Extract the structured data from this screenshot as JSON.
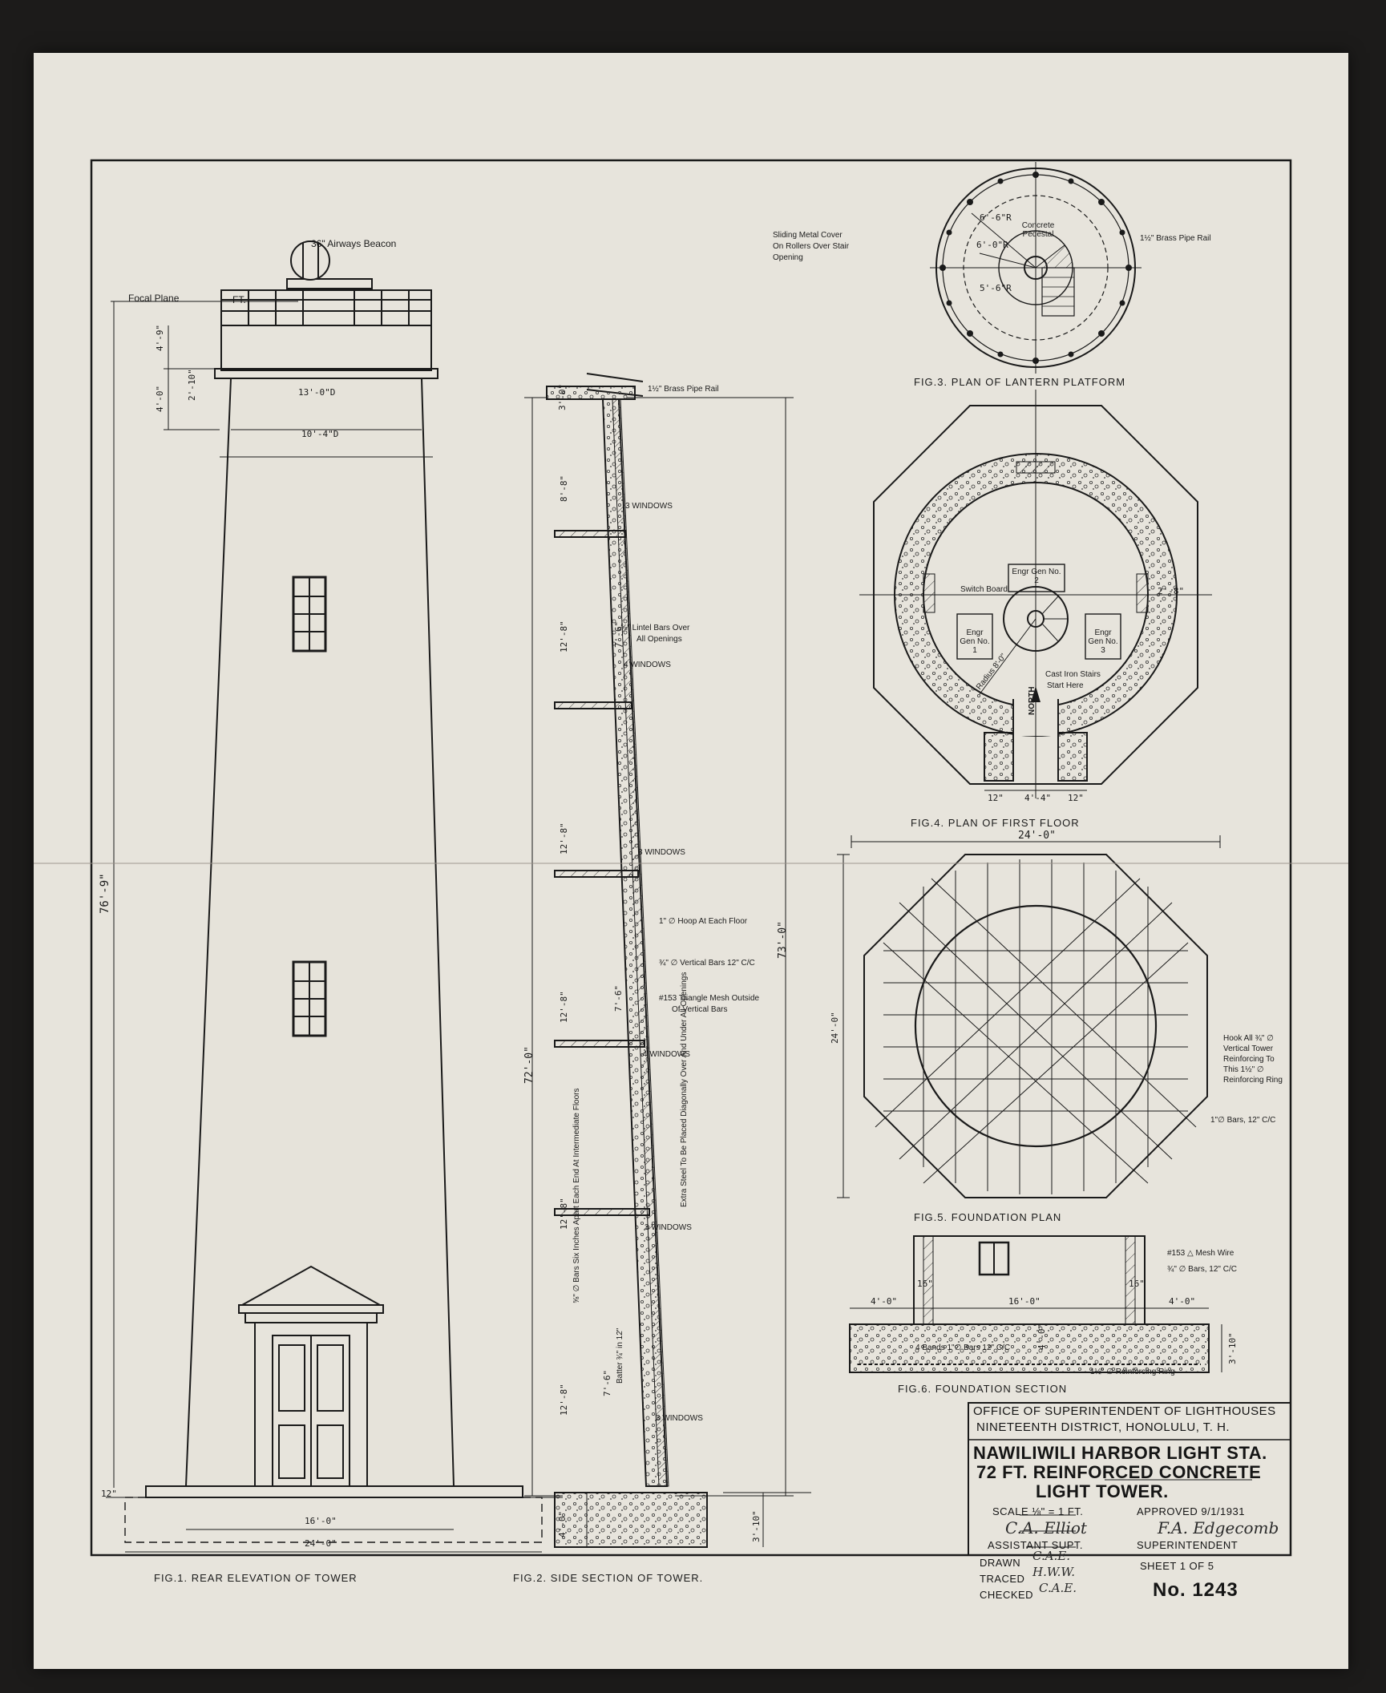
{
  "figures": {
    "fig1_caption": "FIG.1. REAR ELEVATION OF TOWER",
    "fig2_caption": "FIG.2. SIDE SECTION OF TOWER.",
    "fig3_caption": "FIG.3. PLAN OF LANTERN PLATFORM",
    "fig4_caption": "FIG.4. PLAN OF FIRST FLOOR",
    "fig5_caption": "FIG.5. FOUNDATION PLAN",
    "fig6_caption": "FIG.6. FOUNDATION SECTION"
  },
  "elevation": {
    "beacon_label": "36\" Airways Beacon",
    "focal_plane_label": "Focal Plane",
    "focal_plane_unit": "FT.",
    "dim_top": "4'-9\"",
    "dim_cornice": "4'-0\"",
    "dim_cornice_inner": "2'-10\"",
    "dim_platform_dia": "13'-0\"D",
    "dim_top_dia": "10'-4\"D",
    "dim_total_height": "76'-9\"",
    "dim_base_dia": "16'-0\"",
    "dim_footing": "24'-0\"",
    "dim_grade": "12\""
  },
  "section": {
    "brass_rail": "1½\" Brass Pipe Rail",
    "dim_rail": "3'-0\"",
    "dim_1": "8'-8\"",
    "dim_2": "12'-8\"",
    "dim_3": "12'-8\"",
    "dim_4": "12'-8\"",
    "dim_5": "12'-8\"",
    "dim_6": "12'-8\"",
    "dim_7_6_a": "7'-6\"",
    "dim_7_6_b": "7'-6\"",
    "dim_7_6_c": "7'-6\"",
    "dim_72": "72'-0\"",
    "dim_73": "73'-0\"",
    "dim_base": "4'-0\"",
    "dim_footing_depth": "3'-10\"",
    "windows_3a": "3 WINDOWS",
    "windows_4a": "4 WINDOWS",
    "windows_3b": "3 WINDOWS",
    "windows_4b": "4 WINDOWS",
    "windows_3c": "3 WINDOWS",
    "windows_3d": "3 WINDOWS",
    "lintel_note_1": "⅝\" Lintel Bars Over",
    "lintel_note_2": "All Openings",
    "hoop_note": "1\" ∅ Hoop At Each Floor",
    "vertical_bars_note": "¾\" ∅ Vertical Bars 12\" C/C",
    "mesh_note_1": "#153 Triangle Mesh Outside",
    "mesh_note_2": "Of Vertical Bars",
    "batter_note": "Batter ¾\" in 12\"",
    "extra_steel_note": "Extra Steel To Be Placed Diagonally Over And Under All Openings",
    "bars_note": "⅝\" ∅ Bars Six Inches Apart Each End At Intermediate Floors"
  },
  "lantern_plan": {
    "pedestal_label": "Concrete Pedestal",
    "brass_rail_label": "1½\" Brass Pipe Rail",
    "cover_note_1": "Sliding Metal Cover",
    "cover_note_2": "On Rollers Over Stair",
    "cover_note_3": "Opening",
    "radius_1": "6'-6\"R",
    "radius_2": "6'-0\"R",
    "radius_3": "5'-6\"R"
  },
  "first_floor_plan": {
    "engine_1": "Engr Gen No. 1",
    "engine_2": "Engr Gen No. 2",
    "engine_3": "Engr Gen No. 3",
    "switch_board": "Switch Board",
    "stairs_note_1": "Cast Iron Stairs",
    "stairs_note_2": "Start Here",
    "north": "NORTH",
    "radius": "Radius 8'-0\"",
    "dim_12_left": "12\"",
    "dim_door": "4'-4\"",
    "dim_12_right": "12\"",
    "dim_overall": "24'-0\"",
    "dim_window": "2'-8\""
  },
  "foundation_plan": {
    "dim_side": "24'-0\"",
    "hook_note_1": "Hook All ¾\" ∅",
    "hook_note_2": "Vertical Tower",
    "hook_note_3": "Reinforcing To",
    "hook_note_4": "This 1½\" ∅",
    "hook_note_5": "Reinforcing Ring",
    "bars_note": "1\"∅ Bars, 12\" C/C"
  },
  "foundation_section": {
    "mesh_note": "#153 △ Mesh Wire",
    "bars_note": "¾\" ∅ Bars, 12\" C/C",
    "dim_left": "4'-0\"",
    "dim_center": "16'-0\"",
    "dim_right": "4'-0\"",
    "dim_wall_l": "16\"",
    "dim_wall_r": "16\"",
    "dim_depth": "4'-0\"",
    "dim_footing": "3'-10\"",
    "bands_note": "4 Bands 1\"∅ Bars 12\" C/C",
    "ring_note": "1½\" ∅ Reinforcing Ring"
  },
  "title_block": {
    "office_line_1": "OFFICE OF SUPERINTENDENT OF LIGHTHOUSES",
    "office_line_2": "NINETEENTH DISTRICT, HONOLULU, T. H.",
    "title_1": "NAWILIWILI HARBOR LIGHT STA.",
    "title_2": "72 FT. REINFORCED CONCRETE",
    "title_3": "LIGHT TOWER.",
    "scale_label": "SCALE ⅛\" = 1 FT.",
    "approved_label": "APPROVED 9/1/1931",
    "signature_left": "C.A. Elliot",
    "signature_right": "F.A. Edgecomb",
    "asst_supt": "ASSISTANT SUPT.",
    "superintendent": "SUPERINTENDENT",
    "drawn": "DRAWN",
    "drawn_by": "C.A.E.",
    "traced": "TRACED",
    "traced_by": "H.W.W.",
    "checked": "CHECKED",
    "checked_by": "C.A.E.",
    "sheet": "SHEET 1 OF 5",
    "drawing_no": "No. 1243"
  }
}
